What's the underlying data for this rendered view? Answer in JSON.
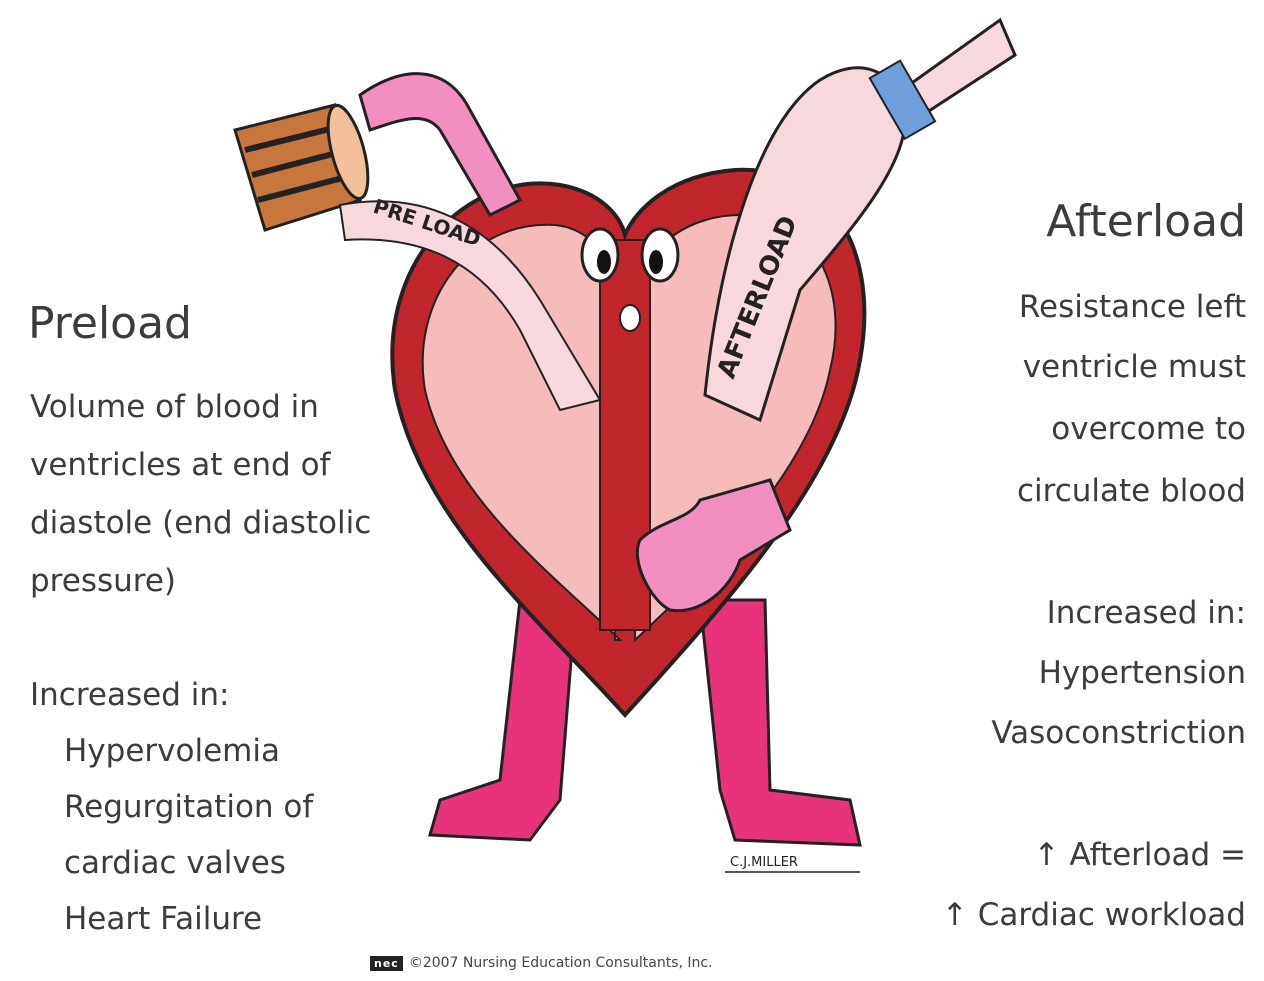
{
  "preload": {
    "title": "Preload",
    "definition": [
      "Volume of blood in",
      "ventricles at end of",
      "diastole (end diastolic",
      "pressure)"
    ],
    "increased_label": "Increased in:",
    "causes": [
      "Hypervolemia",
      "Regurgitation of",
      "cardiac valves",
      "Heart Failure"
    ]
  },
  "afterload": {
    "title": "Afterload",
    "definition": [
      "Resistance left",
      "ventricle must",
      "overcome to",
      "circulate blood"
    ],
    "increased_label": "Increased in:",
    "causes": [
      "Hypertension",
      "Vasoconstriction"
    ],
    "effect": [
      "Afterload =",
      "Cardiac workload"
    ],
    "arrow": "↑"
  },
  "illustration": {
    "preload_banner": "PRE LOAD",
    "afterload_banner": "AFTERLOAD",
    "artist_signature": "C.J.MILLER"
  },
  "footer": {
    "logo": "nec",
    "copyright": "©2007 Nursing Education Consultants, Inc."
  },
  "colors": {
    "heart_outline": "#c0262b",
    "heart_inner": "#f6bcbc",
    "limbs": "#e8337a",
    "tube": "#f7d8dc",
    "clamp": "#6e9fdc",
    "cup": "#c8773c"
  }
}
